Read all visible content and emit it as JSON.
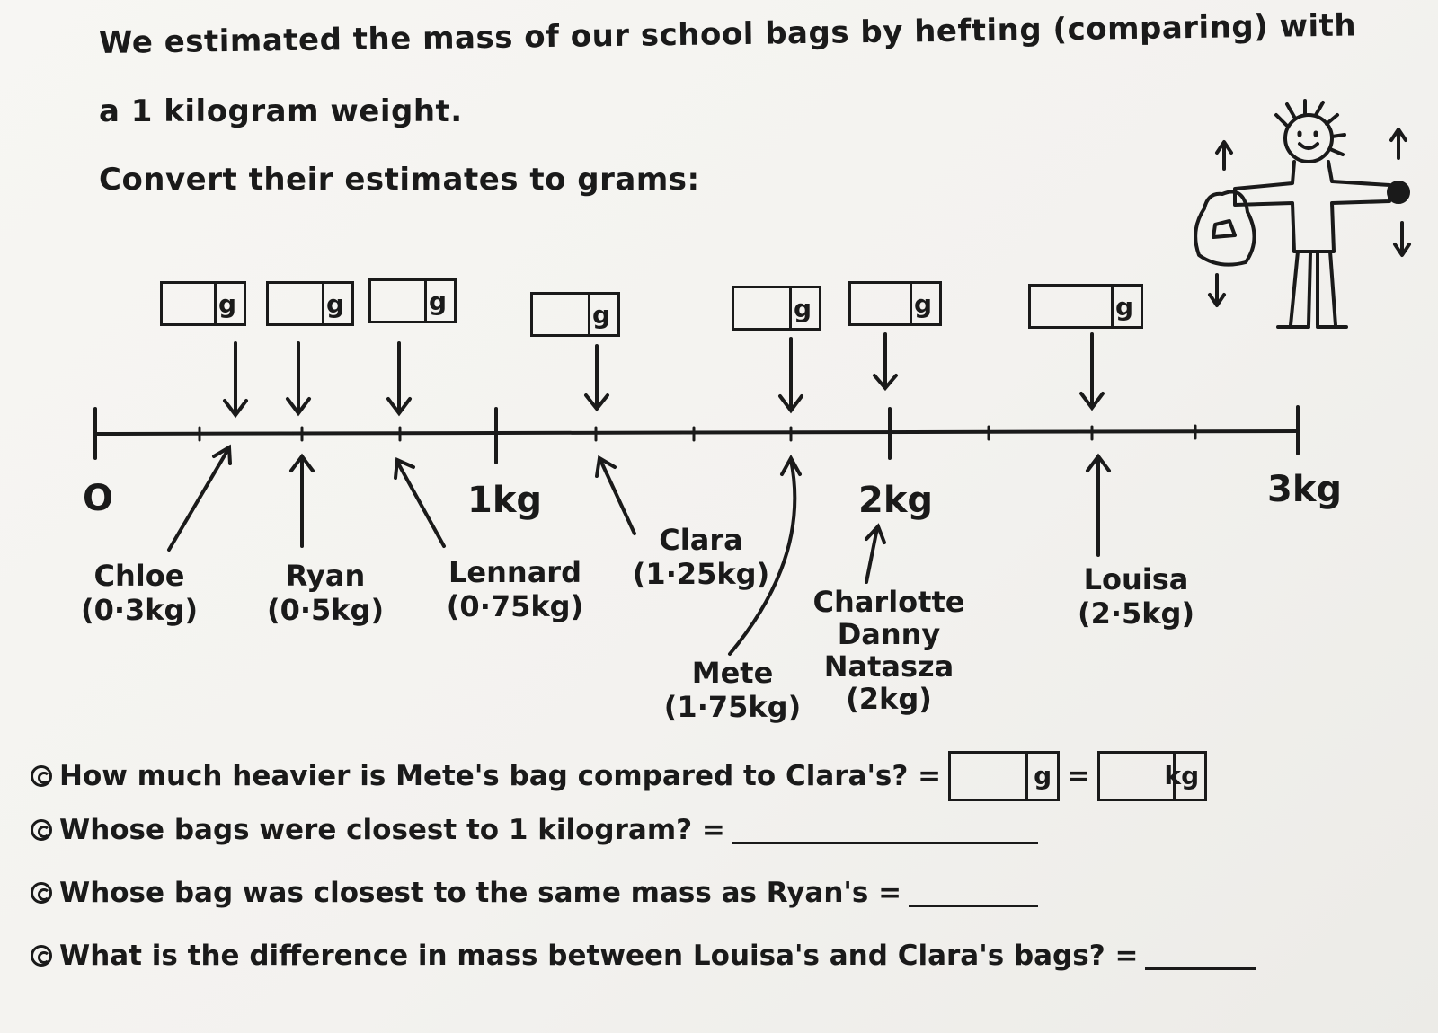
{
  "intro": {
    "line1": "We estimated the mass of our school bags by hefting (comparing) with",
    "line2": "a 1 kilogram weight.",
    "line3": "Convert their estimates to grams:"
  },
  "number_line": {
    "tick_labels": {
      "zero": "O",
      "one": "1kg",
      "two": "2kg",
      "three": "3kg"
    },
    "answer_unit": "g"
  },
  "students": [
    {
      "name": "Chloe",
      "estimate": "(0·3kg)"
    },
    {
      "name": "Ryan",
      "estimate": "(0·5kg)"
    },
    {
      "name": "Lennard",
      "estimate": "(0·75kg)"
    },
    {
      "name": "Clara",
      "estimate": "(1·25kg)"
    },
    {
      "name": "Mete",
      "estimate": "(1·75kg)"
    },
    {
      "names": [
        "Charlotte",
        "Danny",
        "Natasza"
      ],
      "estimate": "(2kg)"
    },
    {
      "name": "Louisa",
      "estimate": "(2·5kg)"
    }
  ],
  "questions": {
    "q1": {
      "text": "How much heavier is Mete's bag compared to Clara's? =",
      "unit_g": "g",
      "equals": "=",
      "unit_kg": "kg"
    },
    "q2": {
      "text": "Whose bags were closest to 1 kilogram? ="
    },
    "q3": {
      "text": "Whose bag was closest to the same mass as Ryan's ="
    },
    "q4": {
      "text": "What is the difference in mass between Louisa's and Clara's bags? ="
    }
  }
}
